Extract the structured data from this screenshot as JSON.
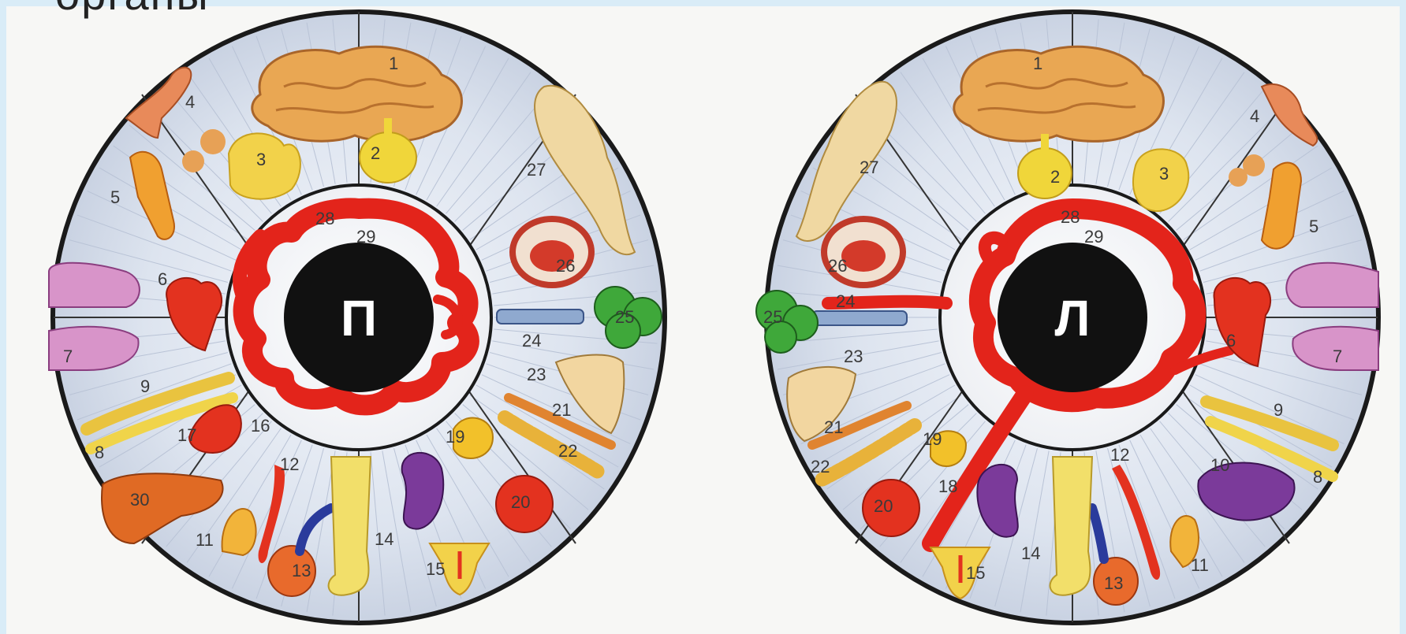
{
  "header": {
    "word": "органы"
  },
  "colors": {
    "page_border": "#d9ecf7",
    "iris": "#dde4ef",
    "pupil": "#111111",
    "intestine": "#e3241b",
    "rim": "#1a1a1a"
  },
  "right_eye": {
    "pupil_label": "П",
    "organs": [
      {
        "num": "1",
        "icon": "brain-icon"
      },
      {
        "num": "2",
        "icon": "pituitary-icon"
      },
      {
        "num": "3",
        "icon": "thyroid-icon"
      },
      {
        "num": "4",
        "icon": "ear-icon"
      },
      {
        "num": "5",
        "icon": "spine-icon"
      },
      {
        "num": "6",
        "icon": "heart-icon"
      },
      {
        "num": "7",
        "icon": "lung-icon"
      },
      {
        "num": "8",
        "icon": "rib-icon"
      },
      {
        "num": "9",
        "icon": "rib-icon"
      },
      {
        "num": "11",
        "icon": "adrenal-icon"
      },
      {
        "num": "12",
        "icon": "ureter-icon"
      },
      {
        "num": "13",
        "icon": "testis-icon"
      },
      {
        "num": "14",
        "icon": "kidney-icon"
      },
      {
        "num": "15",
        "icon": "uterus-icon"
      },
      {
        "num": "16",
        "icon": "appendix-icon"
      },
      {
        "num": "17",
        "icon": "gallbladder-icon"
      },
      {
        "num": "19",
        "icon": "pancreas-icon"
      },
      {
        "num": "20",
        "icon": "bladder-icon"
      },
      {
        "num": "21",
        "icon": "clavicle-icon"
      },
      {
        "num": "22",
        "icon": "spine-icon"
      },
      {
        "num": "23",
        "icon": "scapula-icon"
      },
      {
        "num": "24",
        "icon": "trachea-icon"
      },
      {
        "num": "25",
        "icon": "bronchi-icon"
      },
      {
        "num": "26",
        "icon": "mouth-icon"
      },
      {
        "num": "27",
        "icon": "face-icon"
      },
      {
        "num": "28",
        "icon": "stomach-icon"
      },
      {
        "num": "29",
        "icon": "intestine-icon"
      },
      {
        "num": "30",
        "icon": "liver-icon"
      }
    ]
  },
  "left_eye": {
    "pupil_label": "Л",
    "organs": [
      {
        "num": "1",
        "icon": "brain-icon"
      },
      {
        "num": "2",
        "icon": "pituitary-icon"
      },
      {
        "num": "3",
        "icon": "thyroid-icon"
      },
      {
        "num": "4",
        "icon": "ear-icon"
      },
      {
        "num": "5",
        "icon": "spine-icon"
      },
      {
        "num": "6",
        "icon": "heart-icon"
      },
      {
        "num": "7",
        "icon": "lung-icon"
      },
      {
        "num": "8",
        "icon": "rib-icon"
      },
      {
        "num": "9",
        "icon": "rib-icon"
      },
      {
        "num": "10",
        "icon": "spleen-icon"
      },
      {
        "num": "11",
        "icon": "adrenal-icon"
      },
      {
        "num": "12",
        "icon": "ureter-icon"
      },
      {
        "num": "13",
        "icon": "testis-icon"
      },
      {
        "num": "14",
        "icon": "kidney-icon"
      },
      {
        "num": "15",
        "icon": "uterus-icon"
      },
      {
        "num": "18",
        "icon": "colon-icon"
      },
      {
        "num": "19",
        "icon": "pancreas-icon"
      },
      {
        "num": "20",
        "icon": "bladder-icon"
      },
      {
        "num": "21",
        "icon": "clavicle-icon"
      },
      {
        "num": "22",
        "icon": "spine-icon"
      },
      {
        "num": "23",
        "icon": "scapula-icon"
      },
      {
        "num": "24",
        "icon": "trachea-icon"
      },
      {
        "num": "25",
        "icon": "bronchi-icon"
      },
      {
        "num": "26",
        "icon": "mouth-icon"
      },
      {
        "num": "27",
        "icon": "face-icon"
      },
      {
        "num": "28",
        "icon": "stomach-icon"
      },
      {
        "num": "29",
        "icon": "intestine-icon"
      }
    ]
  }
}
